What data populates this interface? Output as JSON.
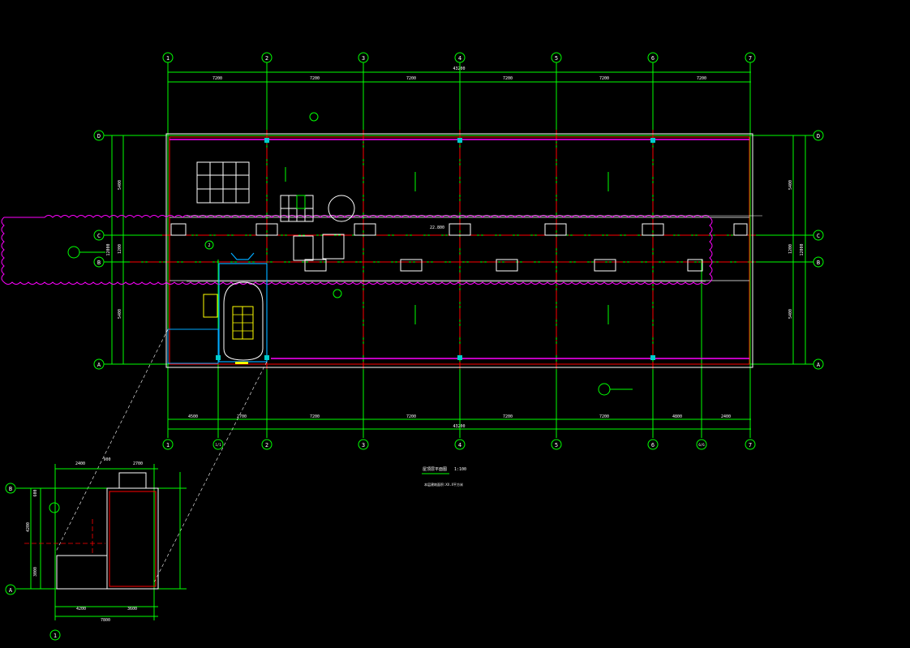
{
  "colors": {
    "background": "#000000",
    "grid": "#00ff00",
    "axis_center": "#ff0000",
    "wall_outline": "#ffffff",
    "beam": "#ff00ff",
    "cloud": "#ff00ff",
    "equipment": "#ffffff",
    "stair_frame": "#00aaff",
    "stair_tread": "#ffff00",
    "column": "#00cccc"
  },
  "axes": {
    "top": [
      "1",
      "2",
      "3",
      "4",
      "5",
      "6",
      "7"
    ],
    "bottom": [
      "1",
      "1/1",
      "2",
      "3",
      "4",
      "5",
      "6",
      "6/6",
      "7"
    ],
    "side": [
      "D",
      "C",
      "B",
      "A"
    ],
    "detail_side": [
      "B",
      "A"
    ],
    "detail_bottom": [
      "1"
    ]
  },
  "dimensions": {
    "top_overall": "43200",
    "top_segments": [
      "7200",
      "7200",
      "7200",
      "7200",
      "7200",
      "7200"
    ],
    "bottom_overall": "43200",
    "bottom_segments": [
      "4500",
      "2700",
      "7200",
      "7200",
      "7200",
      "7200",
      "4800",
      "2400"
    ],
    "left_overall": "12000",
    "left_segments": [
      "5400",
      "1200",
      "5400"
    ],
    "right_overall": "12000",
    "right_segments": [
      "5400",
      "1200",
      "5400"
    ],
    "detail_top": [
      "2400",
      "900",
      "2700"
    ],
    "detail_bottom": [
      "4200",
      "3600",
      "7800"
    ],
    "detail_left": [
      "600",
      "4200",
      "3000"
    ]
  },
  "labels": {
    "drawing_title": "屋顶层平面图",
    "drawing_scale": "1:100",
    "drawing_note": "本层建筑面积:XX.X平方米",
    "beam_bottom_elev": "22.800",
    "stair_mark": "2"
  }
}
